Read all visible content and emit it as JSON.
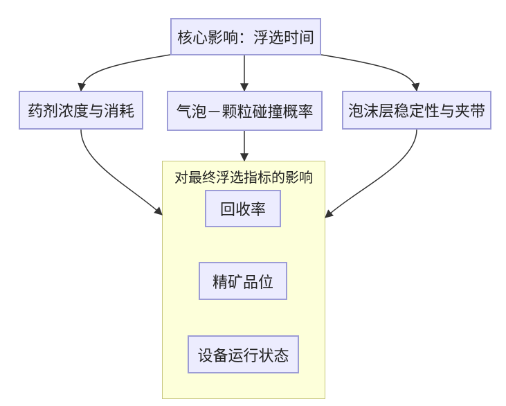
{
  "diagram": {
    "root": {
      "label": "核心影响：浮选时间"
    },
    "factors": [
      {
        "label": "药剂浓度与消耗"
      },
      {
        "label": "气泡－颗粒碰撞概率"
      },
      {
        "label": "泡沫层稳定性与夹带"
      }
    ],
    "outcome_group": {
      "title": "对最终浮选指标的影响",
      "items": [
        {
          "label": "回收率"
        },
        {
          "label": "精矿品位"
        },
        {
          "label": "设备运行状态"
        }
      ]
    }
  },
  "colors": {
    "node_fill": "#ececfe",
    "node_border": "#9c9cd6",
    "group_fill": "#fdffda",
    "group_border": "#c4c47a",
    "edge": "#333333"
  }
}
